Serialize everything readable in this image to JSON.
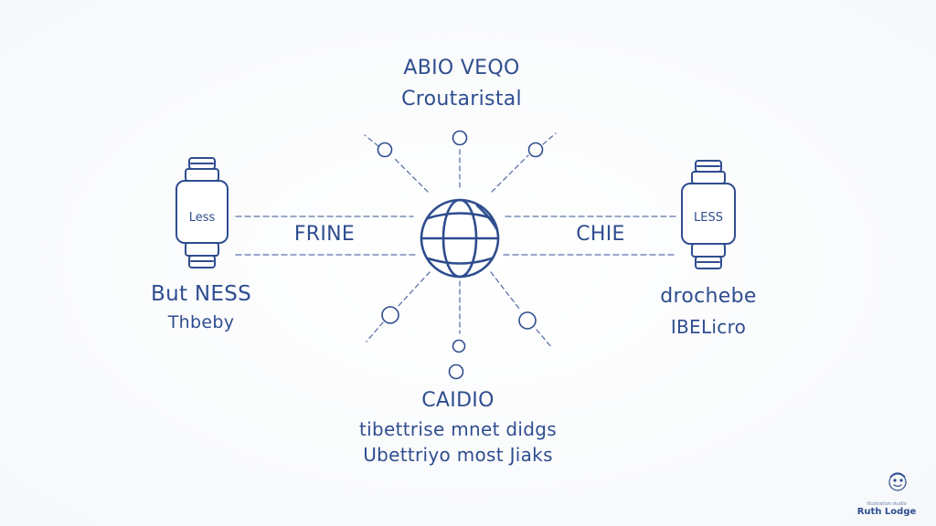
{
  "diagram": {
    "top_title": "ABIO VEQO",
    "top_subtitle": "Croutaristal",
    "left_connector_label": "FRINE",
    "right_connector_label": "CHIE",
    "left_device": {
      "label": "Less",
      "name": "But NESS",
      "sub": "Thbeby"
    },
    "right_device": {
      "label": "LESS",
      "name": "drochebe",
      "sub": "IBELicro"
    },
    "bottom": {
      "title": "CAIDIO",
      "line1": "tibettrise mnet didgs",
      "line2": "Ubettriyo most Jiaks"
    }
  },
  "watermark": {
    "tagline": "illustration studio",
    "name": "Ruth Lodge"
  },
  "colors": {
    "ink": "#2f4d8f",
    "dash": "#5d73a8",
    "background": "#fbfcfd"
  },
  "icons": {
    "center": "globe-icon",
    "devices": "cylinder-device-icon",
    "nodes": "node-circle-icon",
    "watermark": "face-logo-icon"
  }
}
